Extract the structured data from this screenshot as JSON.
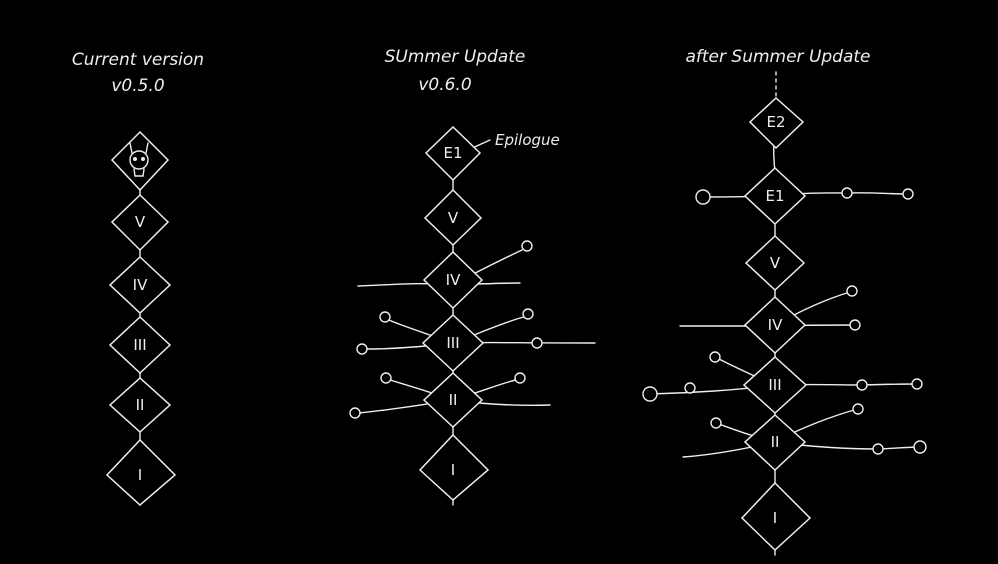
{
  "columns": [
    {
      "title": "Current version",
      "version": "v0.5.0",
      "top_icon": "skull-icon",
      "nodes": [
        "V",
        "IV",
        "III",
        "II",
        "I"
      ]
    },
    {
      "title": "SUmmer Update",
      "version": "v0.6.0",
      "annotation": "Epilogue",
      "nodes": [
        "E1",
        "V",
        "IV",
        "III",
        "II",
        "I"
      ]
    },
    {
      "title": "after Summer Update",
      "nodes": [
        "E2",
        "E1",
        "V",
        "IV",
        "III",
        "II",
        "I"
      ]
    }
  ],
  "colors": {
    "background": "#000000",
    "stroke": "#eeeeee"
  }
}
